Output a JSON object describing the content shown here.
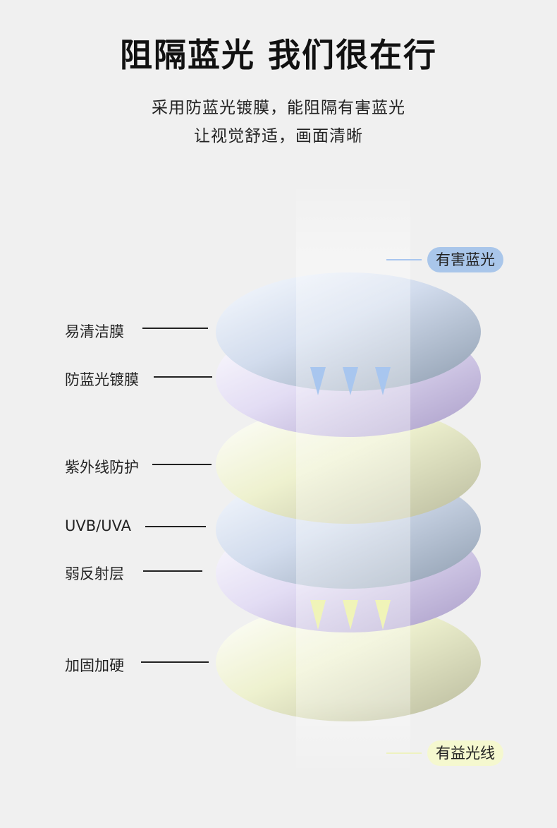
{
  "header": {
    "title": "阻隔蓝光 我们很在行",
    "subtitle_line1": "采用防蓝光镀膜，能阻隔有害蓝光",
    "subtitle_line2": "让视觉舒适，画面清晰"
  },
  "layers": [
    {
      "label": "易清洁膜"
    },
    {
      "label": "防蓝光镀膜"
    },
    {
      "label": "紫外线防护"
    },
    {
      "label": "UVB/UVA"
    },
    {
      "label": "弱反射层"
    },
    {
      "label": "加固加硬"
    }
  ],
  "callouts": {
    "harmful_light": "有害蓝光",
    "beneficial_light": "有益光线"
  },
  "colors": {
    "harmful_pill": "#a9c6ea",
    "beneficial_pill": "#f5f8cf",
    "blue_arrow": "#a8c6ef",
    "yellow_arrow": "#f3f6c4",
    "background": "#f0f0f0"
  }
}
